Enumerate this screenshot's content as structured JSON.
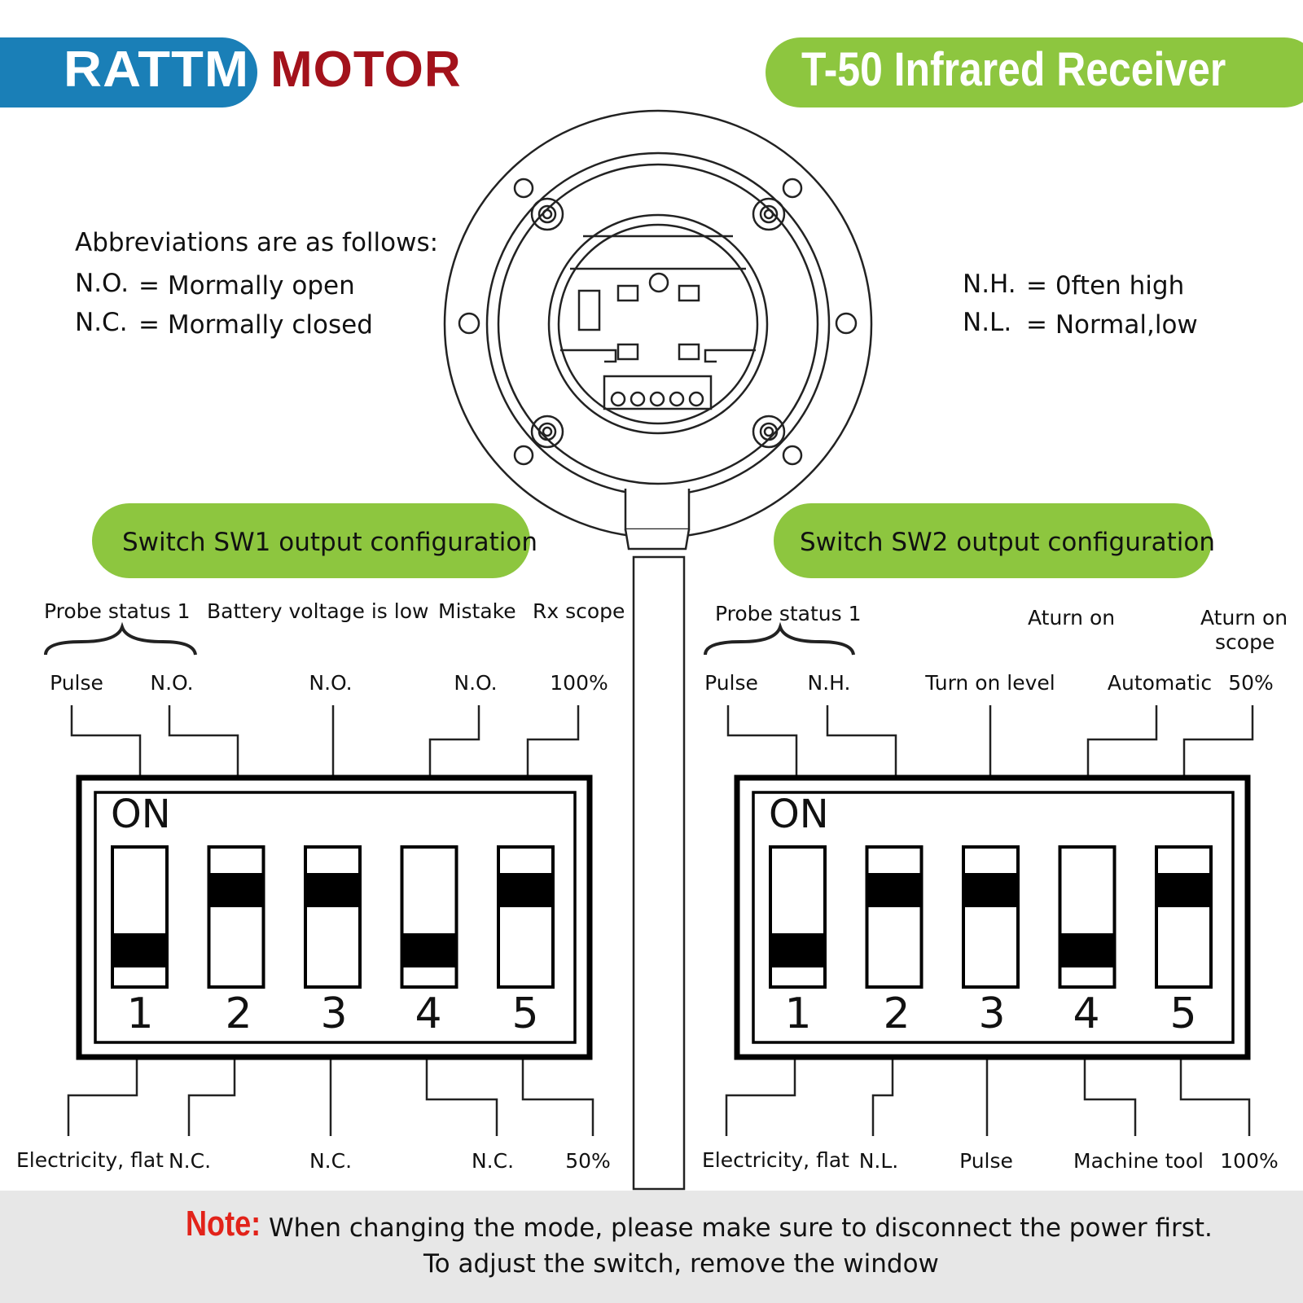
{
  "header": {
    "brand_left": "RATTM",
    "brand_right": "MOTOR",
    "title": "T-50 Infrared Receiver",
    "colors": {
      "brand_blue": "#1a7fb7",
      "brand_red": "#a3121b",
      "accent_green": "#8dc63f"
    }
  },
  "abbreviations": {
    "heading": "Abbreviations are as follows:",
    "left": [
      {
        "abbr": "N.O.",
        "meaning": "= Mormally open"
      },
      {
        "abbr": "N.C.",
        "meaning": "= Mormally closed"
      }
    ],
    "right": [
      {
        "abbr": "N.H.",
        "meaning": "= 0ften high"
      },
      {
        "abbr": "N.L.",
        "meaning": "= Normal,low"
      }
    ]
  },
  "sw1": {
    "title": "Switch SW1 output configuration",
    "on_label": "ON",
    "group_label": "Probe status 1",
    "top_headers": [
      "Battery voltage is low",
      "Mistake",
      "Rx scope"
    ],
    "top_labels": [
      "Pulse",
      "N.O.",
      "N.O.",
      "N.O.",
      "100%"
    ],
    "bottom_labels": [
      "Electricity, flat",
      "N.C.",
      "N.C.",
      "N.C.",
      "50%"
    ],
    "numbers": [
      "1",
      "2",
      "3",
      "4",
      "5"
    ],
    "switch_states": [
      "down",
      "up",
      "up",
      "down",
      "up"
    ]
  },
  "sw2": {
    "title": "Switch SW2 output configuration",
    "on_label": "ON",
    "group_label": "Probe status 1",
    "top_headers": [
      "Aturn on",
      "Aturn on",
      "scope"
    ],
    "top_labels": [
      "Pulse",
      "N.H.",
      "Turn on level",
      "Automatic",
      "50%"
    ],
    "bottom_labels": [
      "Electricity, flat",
      "N.L.",
      "Pulse",
      "Machine tool",
      "100%"
    ],
    "numbers": [
      "1",
      "2",
      "3",
      "4",
      "5"
    ],
    "switch_states": [
      "down",
      "up",
      "up",
      "down",
      "up"
    ]
  },
  "note": {
    "label": "Note:",
    "line1": "When changing the mode, please make sure to disconnect the power first.",
    "line2": "To adjust the switch, remove the window"
  }
}
